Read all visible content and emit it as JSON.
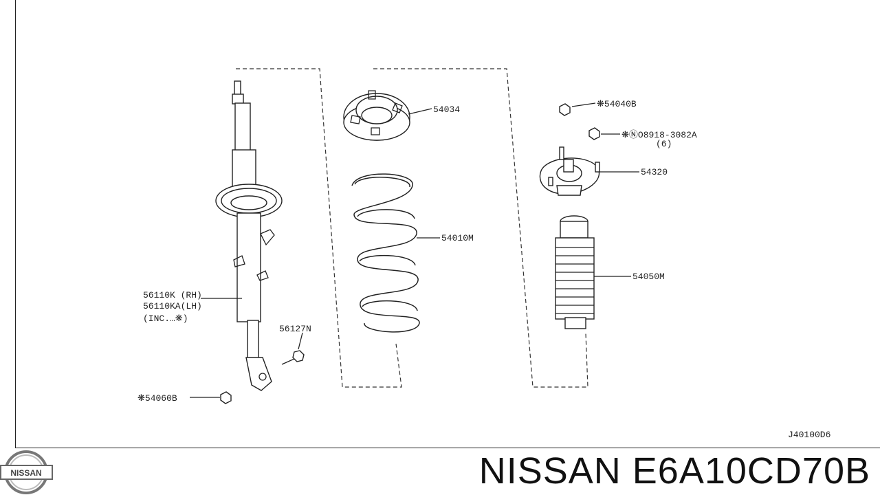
{
  "diagram": {
    "parts": [
      {
        "key": "strut",
        "lines": [
          "56110K  (RH)",
          "56110KA(LH)",
          "(INC.…❋)"
        ]
      },
      {
        "key": "upper_seat",
        "lines": [
          "54034"
        ]
      },
      {
        "key": "coil_spring",
        "lines": [
          "54010M"
        ]
      },
      {
        "key": "nut_top",
        "lines": [
          "❋54040B"
        ]
      },
      {
        "key": "nut_mount",
        "lines": [
          "❋ⓃO8918-3082A",
          "(6)"
        ]
      },
      {
        "key": "mount",
        "lines": [
          "54320"
        ]
      },
      {
        "key": "bumper",
        "lines": [
          "54050M"
        ]
      },
      {
        "key": "bolt",
        "lines": [
          "56127N"
        ]
      },
      {
        "key": "nut_bottom",
        "lines": [
          "❋54060B"
        ]
      }
    ],
    "figure_code": "J40100D6"
  },
  "footer": {
    "logo_text": "NISSAN",
    "title": "NISSAN E6A10CD70B"
  }
}
